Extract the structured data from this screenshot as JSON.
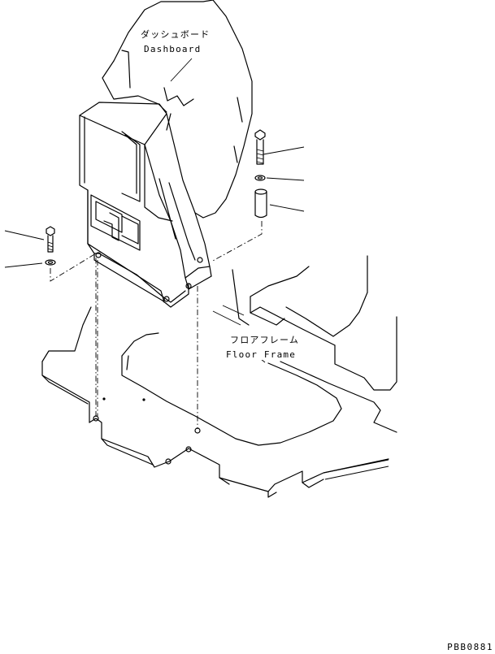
{
  "labels": {
    "dashboard_jp": "ダッシュボード",
    "dashboard_en": "Dashboard",
    "floor_frame_jp": "フロアフレーム",
    "floor_frame_en": "Floor Frame"
  },
  "drawing_code": "PBB0881"
}
